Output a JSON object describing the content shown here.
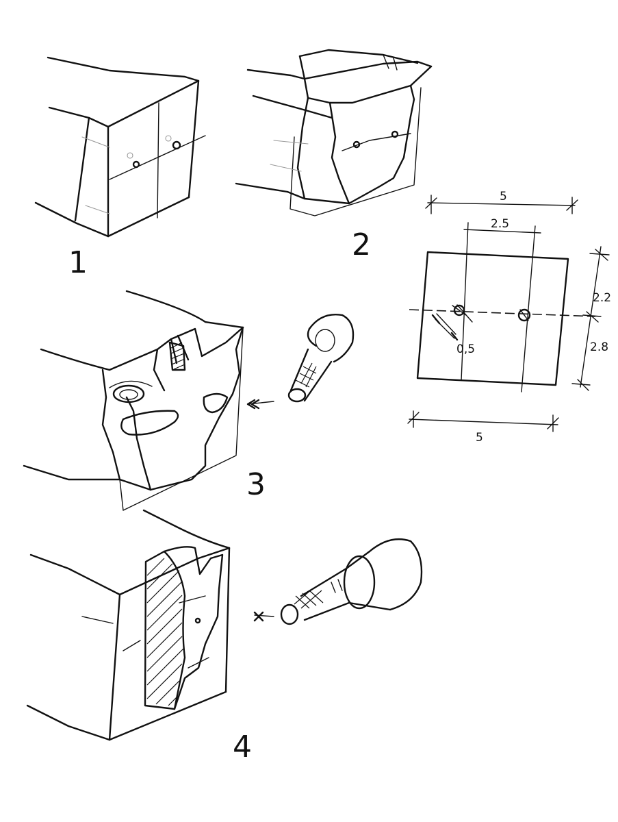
{
  "steps": [
    "1",
    "2",
    "3",
    "4"
  ],
  "dimensions": {
    "top_width": "5",
    "bottom_width": "5",
    "hole_spacing": "2.5",
    "upper_height": "2.2",
    "lower_height": "2.8",
    "hole_offset": "0,5"
  }
}
